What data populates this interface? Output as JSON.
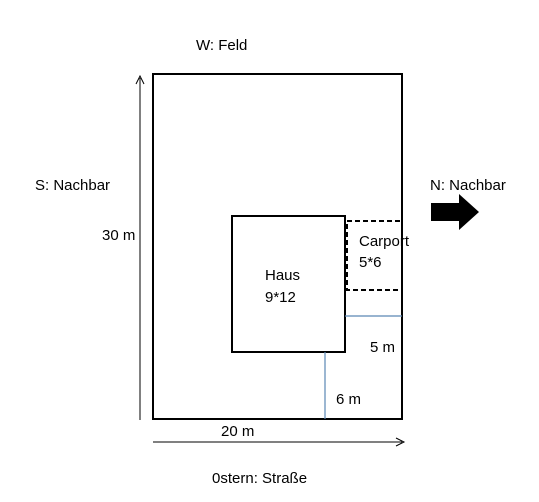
{
  "labels": {
    "west": "W: Feld",
    "south": "S: Nachbar",
    "north": "N: Nachbar",
    "east": "0stern: Straße",
    "plot_length": "30 m",
    "plot_width": "20 m",
    "house_name": "Haus",
    "house_size": "9*12",
    "carport_name": "Carport",
    "carport_size": "5*6",
    "side_distance": "5 m",
    "front_distance": "6 m"
  },
  "colors": {
    "outline": "#000000",
    "dimension_line": "#5b87b5",
    "background": "#ffffff"
  },
  "icons": {
    "north_marker": "arrow-right-icon"
  }
}
